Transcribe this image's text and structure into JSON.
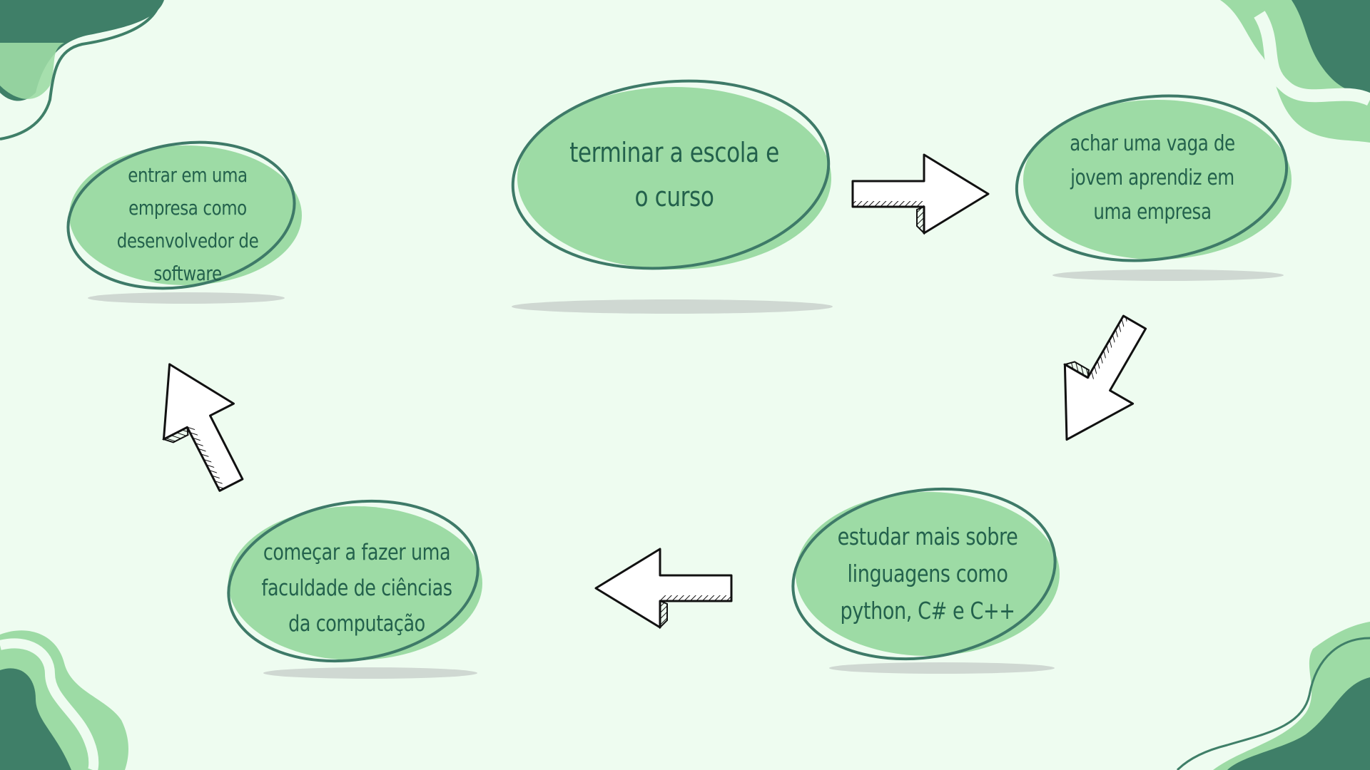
{
  "colors": {
    "background": "#eefcf0",
    "blob_fill": "#9ddba5",
    "outline": "#3e7a68",
    "shadow": "#cfd8d2",
    "text": "#23614c",
    "dark_wave": "#3f7f68",
    "light_wave": "#9ddba5"
  },
  "nodes": {
    "n1": {
      "text": "terminar a escola e o curso"
    },
    "n2": {
      "text": "achar uma vaga de jovem aprendiz em uma empresa"
    },
    "n3": {
      "text": "estudar mais sobre linguagens como python, C# e C++"
    },
    "n4": {
      "text": "começar a fazer uma faculdade de ciências da computação"
    },
    "n5": {
      "text": "entrar em uma empresa como desenvolvedor de software"
    }
  },
  "icons": [
    "arrow-right-icon",
    "arrow-down-left-icon",
    "arrow-left-icon",
    "arrow-up-left-icon"
  ]
}
